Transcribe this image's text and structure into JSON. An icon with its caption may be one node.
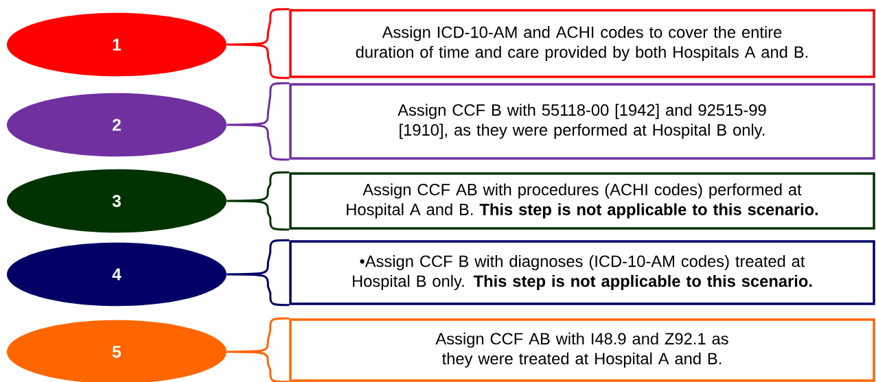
{
  "diagram": {
    "nodes": [
      {
        "text": [
          "1"
        ]
      },
      {
        "text": [
          "Assign ICD-10-AM and ACHI codes to cover the entire duration of time and care provided by both Hospitals A and B."
        ]
      },
      {
        "text": [
          "2"
        ]
      },
      {
        "text": [
          "Assign CCF B with 55118-00 [1942] and 92515-99 [1910], as they were performed at Hospital B only."
        ]
      },
      {
        "text": [
          "3"
        ]
      },
      {
        "text": [
          "Assign CCF AB with procedures (ACHI codes) performed at Hospital A and B. **This step is not applicable to this scenario.**"
        ]
      },
      {
        "text": [
          "4"
        ]
      },
      {
        "text": [
          "•Assign CCF B with diagnoses (ICD-10-AM codes) treated at Hospital B only. **This step is not applicable to this scenario.**"
        ]
      },
      {
        "text": [
          "5"
        ]
      },
      {
        "text": [
          "Assign CCF AB with I48.9 and Z92.1 as they were treated at Hospital A and B."
        ]
      }
    ],
    "edges": [
      {
        "from": 0,
        "to": 1,
        "arrow": "none",
        "color": "#ff0000"
      },
      {
        "from": 2,
        "to": 3,
        "arrow": "none",
        "color": "#7030a0"
      },
      {
        "from": 4,
        "to": 5,
        "arrow": "none",
        "color": "#003300"
      },
      {
        "from": 6,
        "to": 7,
        "arrow": "none",
        "color": "#000066"
      },
      {
        "from": 8,
        "to": 9,
        "arrow": "none",
        "color": "#ff6600"
      }
    ]
  }
}
